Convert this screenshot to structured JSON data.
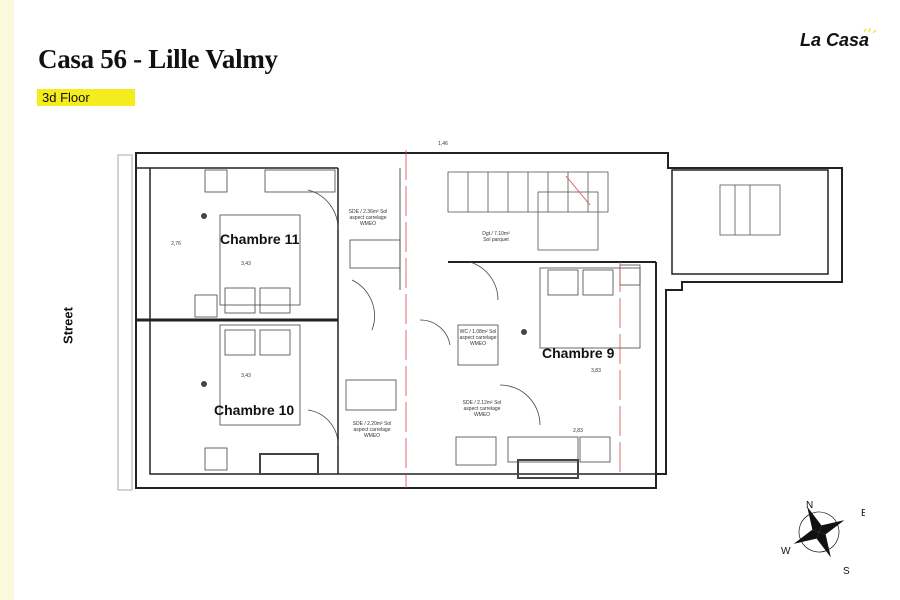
{
  "header": {
    "title": "Casa 56 - Lille Valmy",
    "floor_badge": "3d Floor",
    "logo": "La Casa"
  },
  "colors": {
    "badge": "#f5ec1e",
    "side_strip": "#fbf8dc",
    "guide_line": "#e0474c"
  },
  "plan": {
    "street_label": "Street",
    "rooms": [
      {
        "name": "Chambre 11"
      },
      {
        "name": "Chambre 10"
      },
      {
        "name": "Chambre 9"
      }
    ],
    "notes": {
      "sde_1_line1": "SDE / 2.36m² Sol",
      "sde_1_line2": "aspect carrelage",
      "sde_1_line3": "WMEO",
      "dgt_line1": "Dgt / 7.10m²",
      "dgt_line2": "Sol parquet",
      "wc_line1": "WC / 1.08m² Sol",
      "wc_line2": "aspect carrelage",
      "wc_line3": "WMEO",
      "sde_2_line1": "SDE / 2.12m² Sol",
      "sde_2_line2": "aspect carrelage",
      "sde_2_line3": "WMEO",
      "sde_3_line1": "SDE / 2.20m² Sol",
      "sde_3_line2": "aspect carrelage",
      "sde_3_line3": "WMEO"
    },
    "dimensions": {
      "top": "1,46",
      "ch11_width": "3,43",
      "ch11_height": "2,76",
      "ch10_width": "3,43",
      "ch9_width": "3,83",
      "bottom_right": "2,83"
    }
  },
  "compass": {
    "n": "N",
    "e": "E",
    "s": "S",
    "w": "W"
  }
}
